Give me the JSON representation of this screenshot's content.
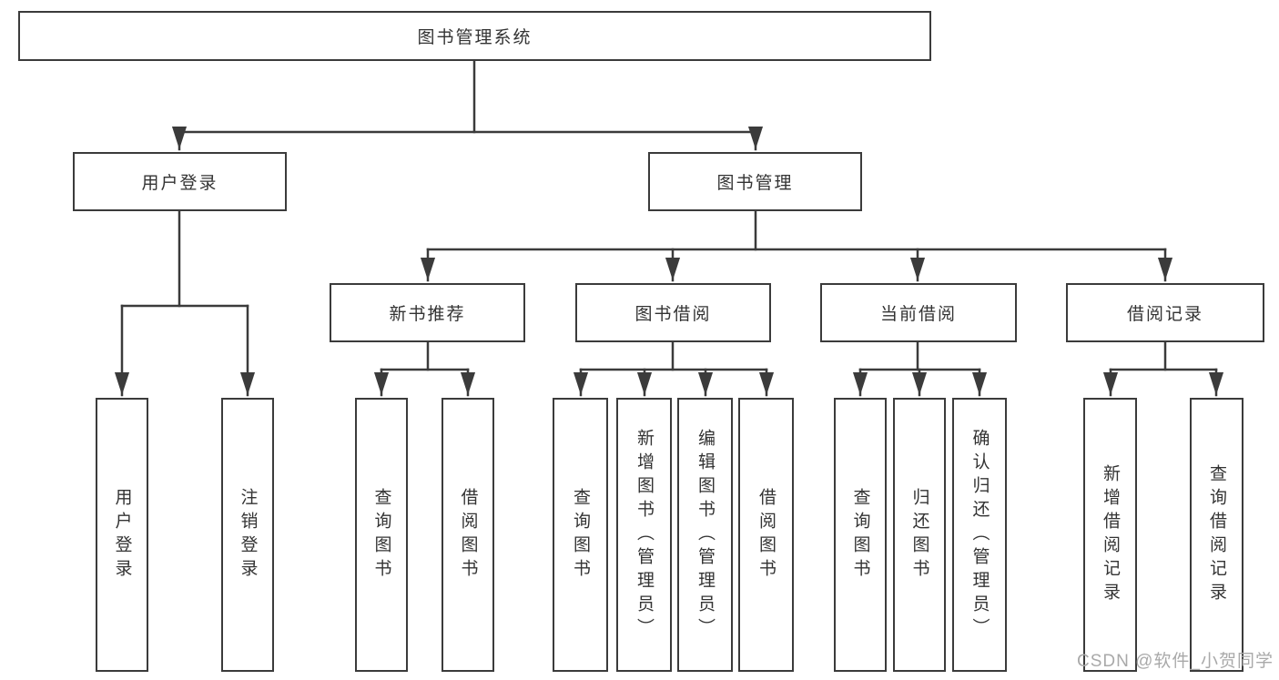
{
  "diagram": {
    "title": "图书管理系统",
    "type": "hierarchy-tree",
    "colors": {
      "line": "#3b3b3b",
      "box_border": "#3b3b3b",
      "text": "#333333",
      "background": "#ffffff",
      "watermark": "#a9a9a9"
    },
    "tree": {
      "label": "图书管理系统",
      "children": [
        {
          "label": "用户登录",
          "children": [
            {
              "label": "用户登录"
            },
            {
              "label": "注销登录"
            }
          ]
        },
        {
          "label": "图书管理",
          "children": [
            {
              "label": "新书推荐",
              "children": [
                {
                  "label": "查询图书"
                },
                {
                  "label": "借阅图书"
                }
              ]
            },
            {
              "label": "图书借阅",
              "children": [
                {
                  "label": "查询图书"
                },
                {
                  "label": "新增图书（管理员）"
                },
                {
                  "label": "编辑图书（管理员）"
                },
                {
                  "label": "借阅图书"
                }
              ]
            },
            {
              "label": "当前借阅",
              "children": [
                {
                  "label": "查询图书"
                },
                {
                  "label": "归还图书"
                },
                {
                  "label": "确认归还（管理员）"
                }
              ]
            },
            {
              "label": "借阅记录",
              "children": [
                {
                  "label": "新增借阅记录"
                },
                {
                  "label": "查询借阅记录"
                }
              ]
            }
          ]
        }
      ]
    },
    "watermark": "CSDN @软件_小贺同学"
  }
}
